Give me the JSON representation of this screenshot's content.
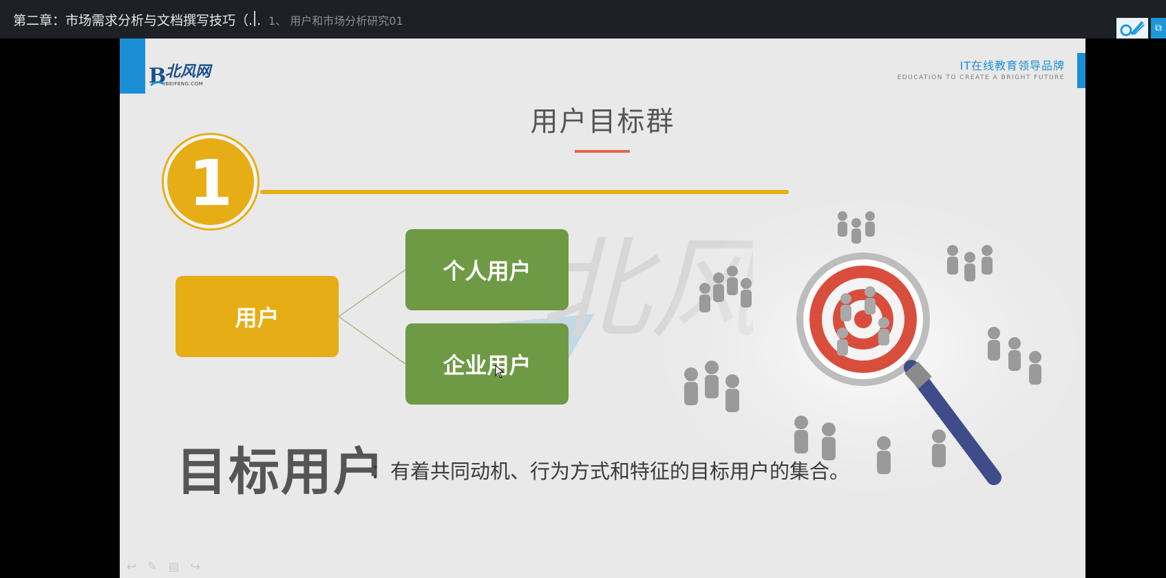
{
  "header": {
    "course_title": "第二章：市场需求分析与文档撰写技巧（...",
    "lesson_title": "1、 用户和市场分析研究01",
    "fullscreen_icon": "fullscreen-icon"
  },
  "slide": {
    "brand": {
      "name_cn": "北风网",
      "name_en": "IBEIFENG.COM"
    },
    "tagline_cn": "IT在线教育领导品牌",
    "tagline_en": "EDUCATION TO CREATE A BRIGHT FUTURE",
    "title": "用户目标群",
    "number": "1",
    "diagram": {
      "root": "用户",
      "child_1": "个人用户",
      "child_2": "企业用户"
    },
    "definition_term": "目标用户",
    "definition_text": "：有着共同动机、行为方式和特征的目标用户的集合。",
    "image_icon": "crowd-magnifier-target-image"
  },
  "colors": {
    "accent_blue": "#1a8fd6",
    "gold": "#e7ad14",
    "green": "#6f9a45",
    "underline_red": "#e2644a"
  },
  "player_toolbar": [
    "undo-icon",
    "pen-icon",
    "menu-icon",
    "redo-icon"
  ]
}
